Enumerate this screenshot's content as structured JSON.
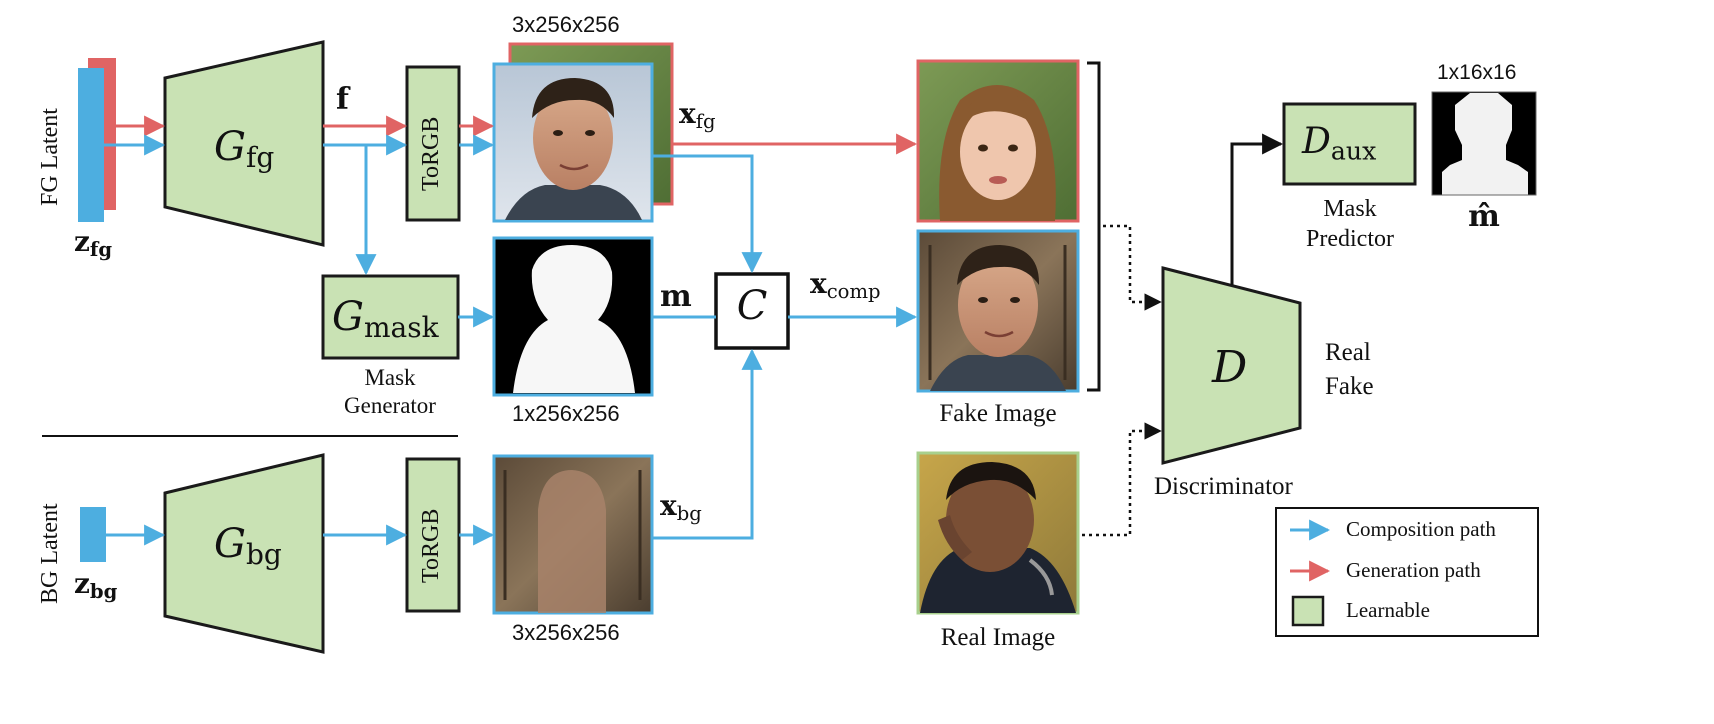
{
  "colors": {
    "composition_path": "#4daee0",
    "generation_path": "#e06464",
    "learnable_fill": "#c9e2b4",
    "learnable_stroke": "#1a1a1a",
    "real_image_border": "#a8d08d"
  },
  "icons": {
    "generator": "trapezoid-generator-icon",
    "discriminator": "trapezoid-discriminator-icon",
    "face_photo": "face-photo-icon",
    "mask_image": "silhouette-mask-icon"
  },
  "latents": {
    "fg_label": "FG Latent",
    "fg_symbol": "z",
    "fg_symbol_sub": "fg",
    "bg_label": "BG Latent",
    "bg_symbol": "z",
    "bg_symbol_sub": "bg"
  },
  "generators": {
    "fg_symbol": "G",
    "fg_sub": "fg",
    "bg_symbol": "G",
    "bg_sub": "bg",
    "mask_symbol": "G",
    "mask_sub": "mask",
    "mask_caption_line1": "Mask",
    "mask_caption_line2": "Generator"
  },
  "torgb": {
    "fg_label": "ToRGB",
    "bg_label": "ToRGB"
  },
  "features": {
    "f_label": "f"
  },
  "images": {
    "fg_shape": "3x256x256",
    "mask_shape": "1x256x256",
    "bg_shape": "3x256x256",
    "x_fg": "x",
    "x_fg_sub": "fg",
    "x_bg": "x",
    "x_bg_sub": "bg",
    "m_label": "m",
    "x_comp": "x",
    "x_comp_sub": "comp",
    "fake_caption": "Fake Image",
    "real_caption": "Real Image"
  },
  "composition": {
    "op_label": "C"
  },
  "discriminator": {
    "symbol": "D",
    "caption": "Discriminator",
    "out_real": "Real",
    "out_fake": "Fake"
  },
  "aux": {
    "symbol": "D",
    "sub": "aux",
    "caption_line1": "Mask",
    "caption_line2": "Predictor",
    "shape": "1x16x16",
    "m_hat": "m̂"
  },
  "legend": {
    "composition": "Composition path",
    "generation": "Generation path",
    "learnable": "Learnable"
  }
}
